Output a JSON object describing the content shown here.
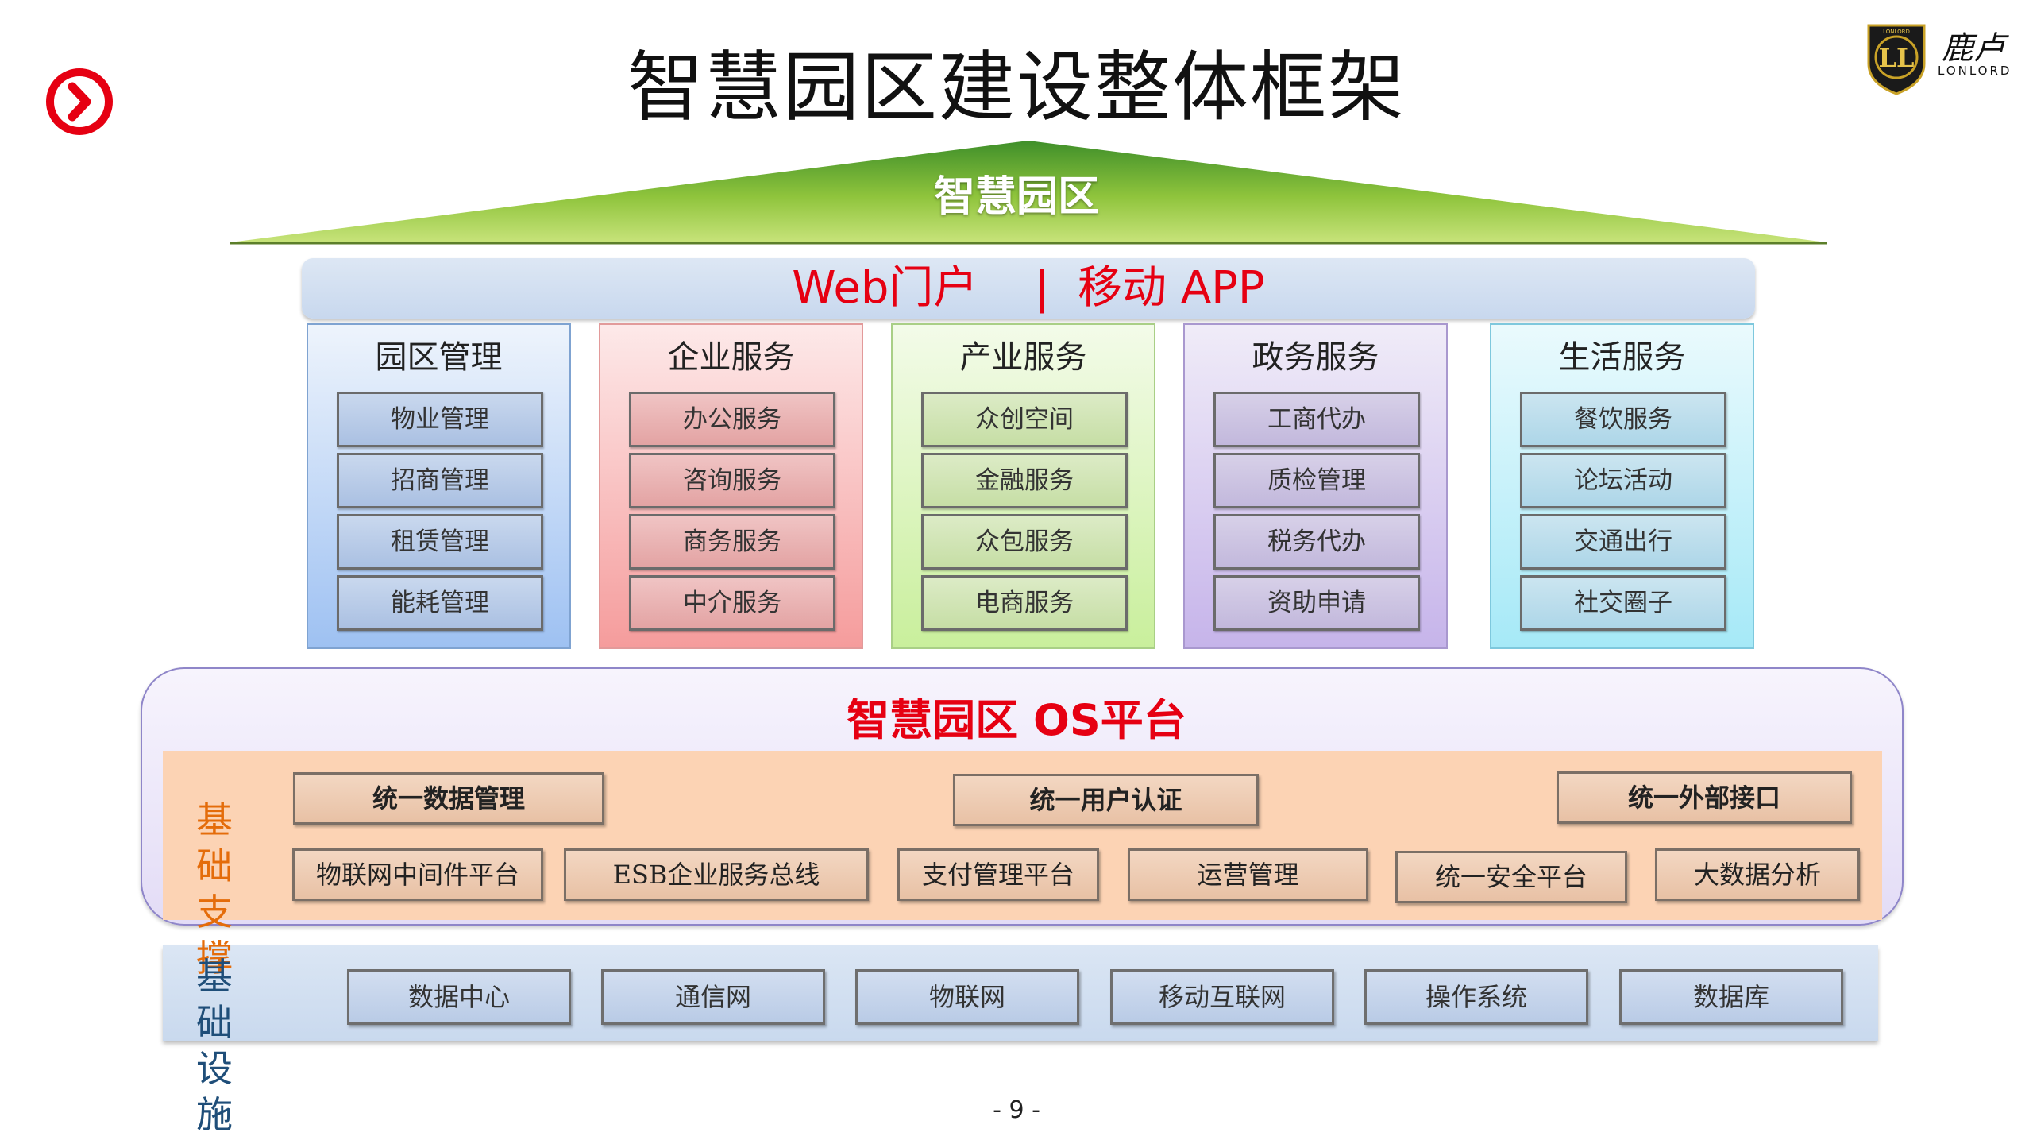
{
  "header": {
    "title": "智慧园区建设整体框架",
    "logo_cn": "鹿卢",
    "logo_en": "LONLORD",
    "logo_mark": "LL",
    "logo_small": "LONLORD"
  },
  "colors": {
    "accent_red": "#e60012",
    "roof_green": "#6aa62e",
    "support_orange": "#e46c0a",
    "infra_blue": "#1f4e79"
  },
  "roof": {
    "label": "智慧园区"
  },
  "portal": {
    "text": "Web门户    |  移动 APP"
  },
  "services": [
    {
      "title": "园区管理",
      "items": [
        "物业管理",
        "招商管理",
        "租赁管理",
        "能耗管理"
      ]
    },
    {
      "title": "企业服务",
      "items": [
        "办公服务",
        "咨询服务",
        "商务服务",
        "中介服务"
      ]
    },
    {
      "title": "产业服务",
      "items": [
        "众创空间",
        "金融服务",
        "众包服务",
        "电商服务"
      ]
    },
    {
      "title": "政务服务",
      "items": [
        "工商代办",
        "质检管理",
        "税务代办",
        "资助申请"
      ]
    },
    {
      "title": "生活服务",
      "items": [
        "餐饮服务",
        "论坛活动",
        "交通出行",
        "社交圈子"
      ]
    }
  ],
  "os_platform": {
    "title": "智慧园区 OS平台",
    "support_label": [
      "基",
      "础",
      "支",
      "撑"
    ],
    "row1": [
      "统一数据管理",
      "统一用户认证",
      "统一外部接口"
    ],
    "row2": [
      "物联网中间件平台",
      "ESB企业服务总线",
      "支付管理平台",
      "运营管理",
      "统一安全平台",
      "大数据分析"
    ]
  },
  "infrastructure": {
    "label": [
      "基",
      "础",
      "设",
      "施"
    ],
    "items": [
      "数据中心",
      "通信网",
      "物联网",
      "移动互联网",
      "操作系统",
      "数据库"
    ]
  },
  "footer": {
    "page": "- 9 -"
  }
}
